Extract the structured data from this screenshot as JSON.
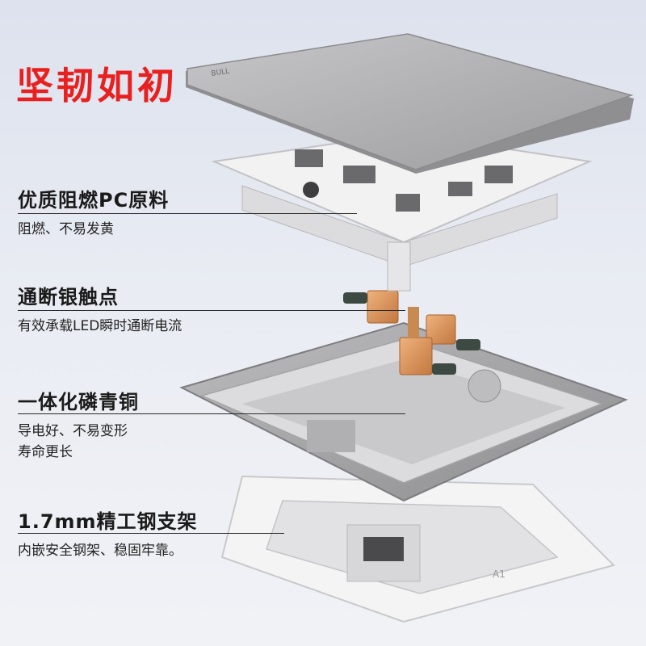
{
  "title": "坚韧如初",
  "features": [
    {
      "head": "优质阻燃PC原料",
      "desc": [
        "阻燃、不易发黄"
      ]
    },
    {
      "head": "通断银触点",
      "desc": [
        "有效承载LED瞬时通断电流"
      ]
    },
    {
      "head": "一体化磷青铜",
      "desc": [
        "导电好、不易变形",
        "寿命更长"
      ]
    },
    {
      "head": "1.7mm精工钢支架",
      "desc": [
        "内嵌安全钢架、稳固牢靠。"
      ]
    }
  ],
  "product": {
    "brand_mark": "BULL",
    "frame_code": "A1",
    "colors": {
      "title_red": "#e8201f",
      "panel_silver": "#a9a9ab",
      "copper": "#d8925a"
    }
  }
}
